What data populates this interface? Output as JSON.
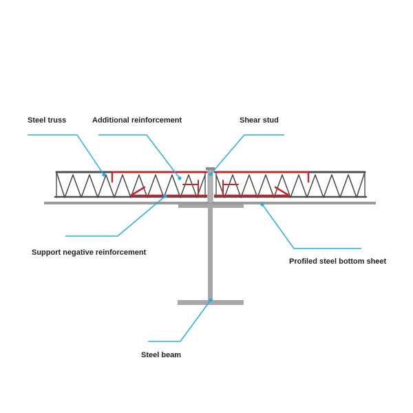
{
  "diagram": {
    "colors": {
      "leader": "#29abe2",
      "truss": "#4d4d4d",
      "reinforcement": "#c1272d",
      "sheet": "#9a9a9a",
      "beam": "#a6a6a6"
    },
    "labels": {
      "steel_truss": "Steel truss",
      "additional_reinforcement": "Additional reinforcement",
      "shear_stud": "Shear stud",
      "support_negative_reinforcement": "Support negative reinforcement",
      "profiled_steel_bottom_sheet": "Profiled steel bottom sheet",
      "steel_beam": "Steel beam"
    }
  }
}
